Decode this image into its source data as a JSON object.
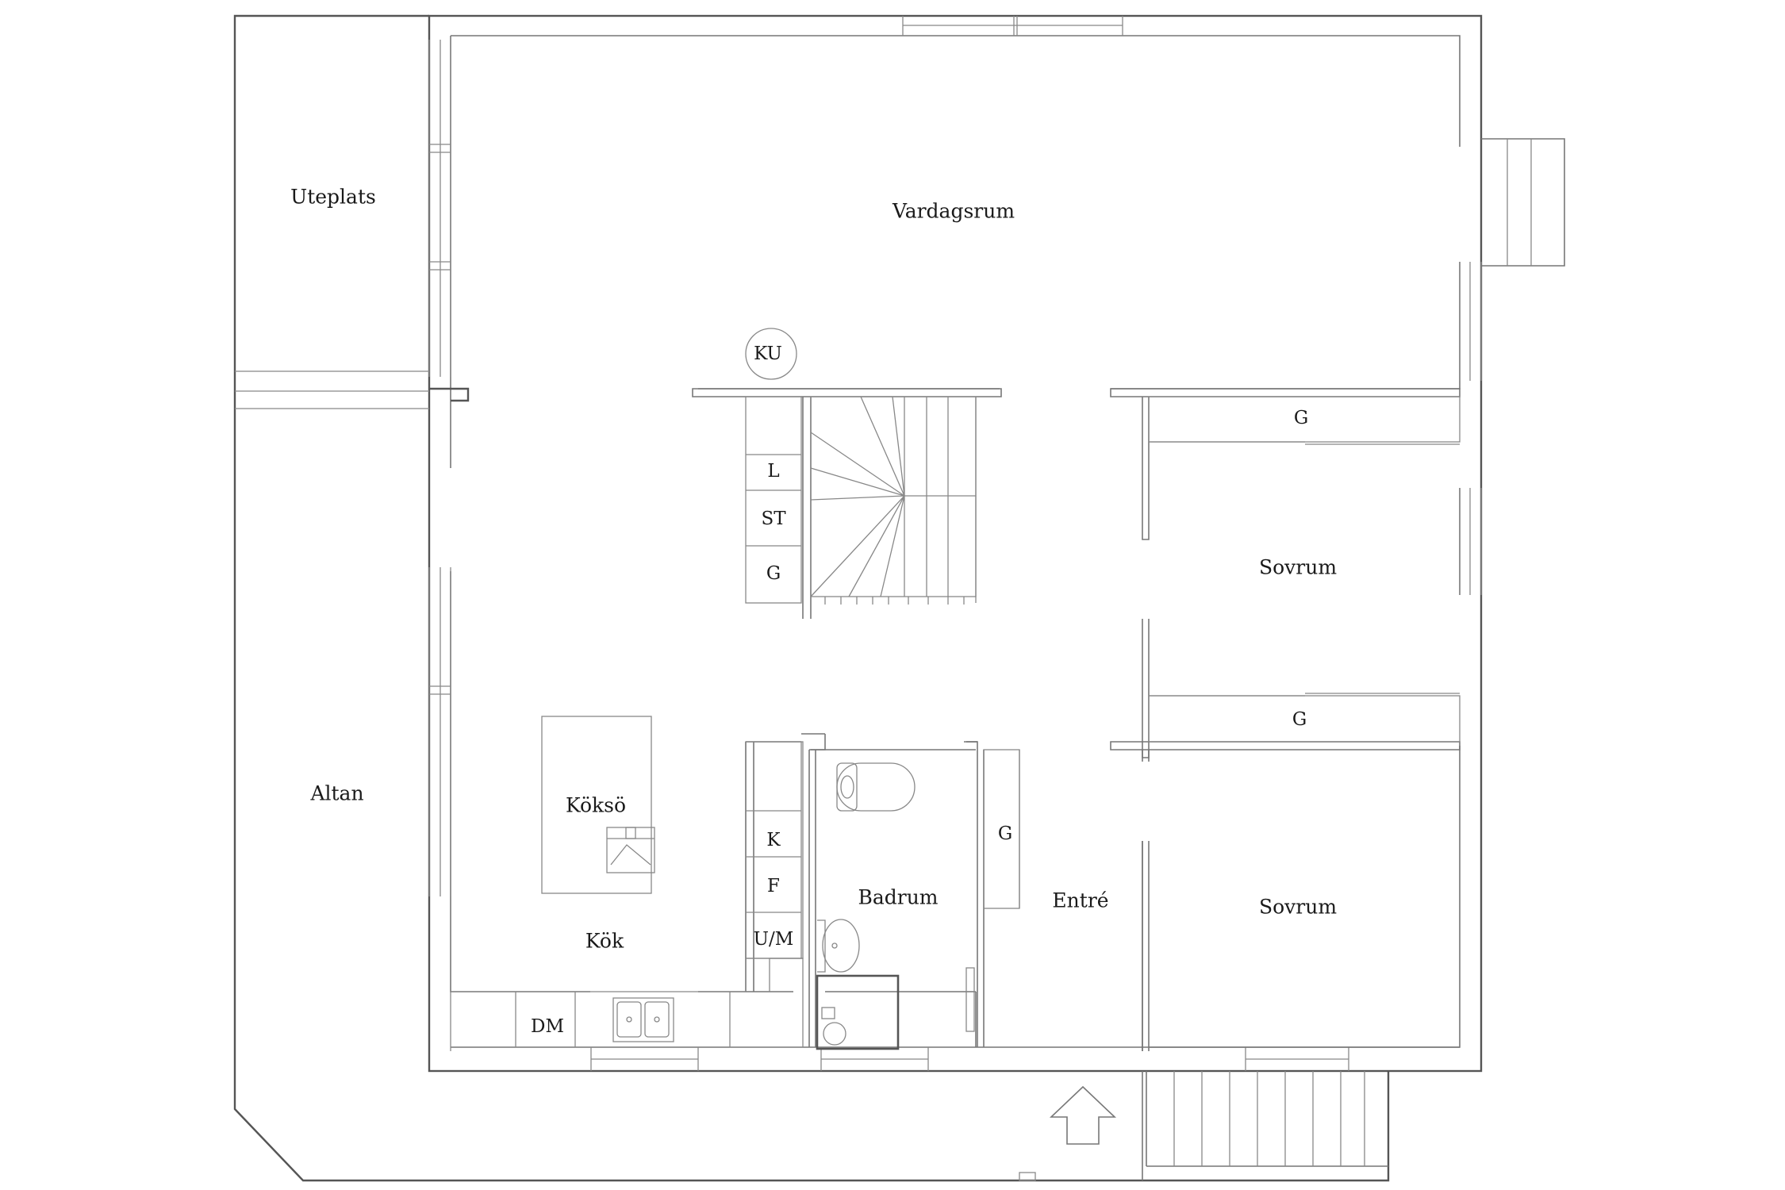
{
  "rooms": {
    "uteplats": "Uteplats",
    "vardagsrum": "Vardagsrum",
    "altan": "Altan",
    "koksO": "Köksö",
    "kok": "Kök",
    "badrum": "Badrum",
    "entre": "Entré",
    "sovrum_upper": "Sovrum",
    "sovrum_lower": "Sovrum"
  },
  "fixtures": {
    "ku": "KU",
    "l": "L",
    "st": "ST",
    "g_stair": "G",
    "g_wardrobe_upper": "G",
    "g_wardrobe_lower": "G",
    "g_entre": "G",
    "k": "K",
    "f": "F",
    "um": "U/M",
    "dm": "DM"
  }
}
